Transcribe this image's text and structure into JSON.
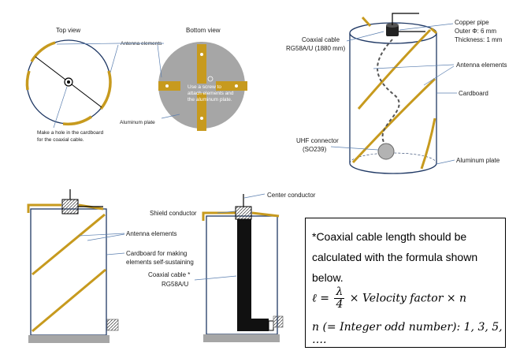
{
  "top_view": {
    "title": "Top view",
    "antenna_label": "Antenna elements",
    "hole_note_1": "Make a hole in the cardboard",
    "hole_note_2": "for the coaxial cable."
  },
  "bottom_view": {
    "title": "Bottom view",
    "screw_note_1": "Use a screw to",
    "screw_note_2": "attach elements and",
    "screw_note_3": "the aluminum plate.",
    "plate_label": "Aluminum plate"
  },
  "iso_view": {
    "coax_label_1": "Coaxial cable",
    "coax_label_2": "RG58A/U (1880 mm)",
    "pipe_label_1": "Copper pipe",
    "pipe_label_2": "Outer Φ: 6 mm",
    "pipe_label_3": "Thickness: 1 mm",
    "antenna_label": "Antenna elements",
    "cardboard_label": "Cardboard",
    "uhf_label_1": "UHF connector",
    "uhf_label_2": "(SO239)",
    "plate_label": "Aluminum plate"
  },
  "side_view": {
    "antenna_label": "Antenna elements",
    "cardboard_label_1": "Cardboard for making",
    "cardboard_label_2": "elements self-sustaining"
  },
  "section_view": {
    "center_label": "Center conductor",
    "shield_label": "Shield conductor",
    "coax_label_1": "Coaxial cable *",
    "coax_label_2": "RG58A/U"
  },
  "formula": {
    "note": "*Coaxial cable length should be calculated with the formula shown below.",
    "lhs": "ℓ =",
    "numerator": "λ",
    "denominator": "4",
    "rhs": "× Velocity factor  × n",
    "n_line": "n (= Integer odd number): 1, 3, 5, …."
  },
  "colors": {
    "antenna": "#c79a1e",
    "outline": "#1f3864",
    "plate": "#a6a6a6",
    "leader": "#5b7fb0"
  }
}
